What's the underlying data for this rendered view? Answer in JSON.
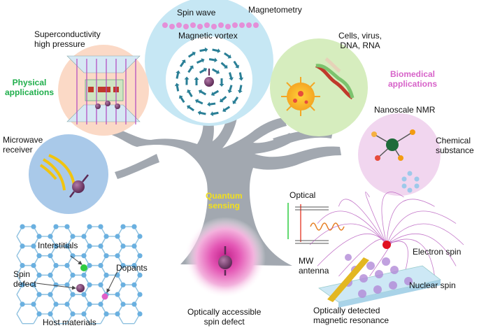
{
  "labels": {
    "spin_wave": "Spin wave",
    "magnetometry": "Magnetometry",
    "magnetic_vortex": "Magnetic vortex",
    "superconductivity": "Superconductivity\nhigh pressure",
    "physical_applications": "Physical\napplications",
    "cells_virus": "Cells, virus,\nDNA, RNA",
    "biomedical_applications": "Biomedical\napplications",
    "nanoscale_nmr": "Nanoscale NMR",
    "chemical_substance": "Chemical\nsubstance",
    "microwave_receiver": "Microwave\nreceiver",
    "quantum_sensing": "Quantum\nsensing",
    "optical": "Optical",
    "interstitials": "Interstitials",
    "spin_defect": "Spin\ndefect",
    "dopants": "Dopants",
    "host_materials": "Host materials",
    "optically_accessible": "Optically accessible\nspin defect",
    "mw_antenna": "MW\nantenna",
    "electron_spin": "Electron spin",
    "nuclear_spin": "Nuclear spin",
    "odmr": "Optically detected\nmagnetic resonance"
  },
  "colors": {
    "tree": "#a2a8b0",
    "physical_green": "#1fae4b",
    "biomedical_pink": "#d763c9",
    "quantum_yellow": "#f2e01c",
    "top_circle": "#c6e7f4",
    "superconductivity_circle": "#fbd9c6",
    "cells_circle": "#d6edbe",
    "chemical_circle": "#f1d6ef",
    "microwave_circle": "#a9c9e9",
    "defect_purple": "#7c3e72",
    "antenna_gold": "#e3b721"
  }
}
